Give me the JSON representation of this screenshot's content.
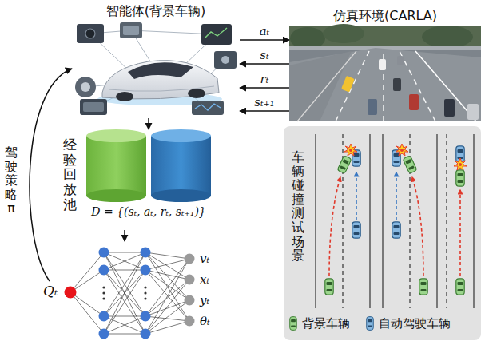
{
  "diagram": {
    "nodes": [
      {
        "text": [
          "智能体(背景车辆)"
        ]
      },
      {
        "text": [
          "仿真环境(CARLA)"
        ]
      },
      {
        "text": [
          "经验回放池",
          "D = {(sₜ, aₜ, rₜ, sₜ₊₁)}"
        ]
      },
      {
        "text": [
          "Qₜ"
        ]
      },
      {
        "text": [
          "vₜ",
          "xₜ",
          "yₜ",
          "θₜ"
        ]
      },
      {
        "text": [
          "车辆碰撞测试场景"
        ]
      }
    ],
    "edges": [
      {
        "from": 0,
        "to": 1,
        "arrow": "to",
        "label": "aₜ"
      },
      {
        "from": 1,
        "to": 0,
        "arrow": "to",
        "label": "sₜ"
      },
      {
        "from": 1,
        "to": 0,
        "arrow": "to",
        "label": "rₜ"
      },
      {
        "from": 1,
        "to": 0,
        "arrow": "to",
        "label": "sₜ₊₁"
      },
      {
        "from": 0,
        "to": 2,
        "arrow": "to"
      },
      {
        "from": 2,
        "to": 4,
        "arrow": "to"
      },
      {
        "from": 3,
        "to": 0,
        "arrow": "to",
        "label": "驾驶策略 π"
      }
    ],
    "legend": [
      {
        "text": "背景车辆"
      },
      {
        "text": "自动驾驶车辆"
      }
    ]
  }
}
